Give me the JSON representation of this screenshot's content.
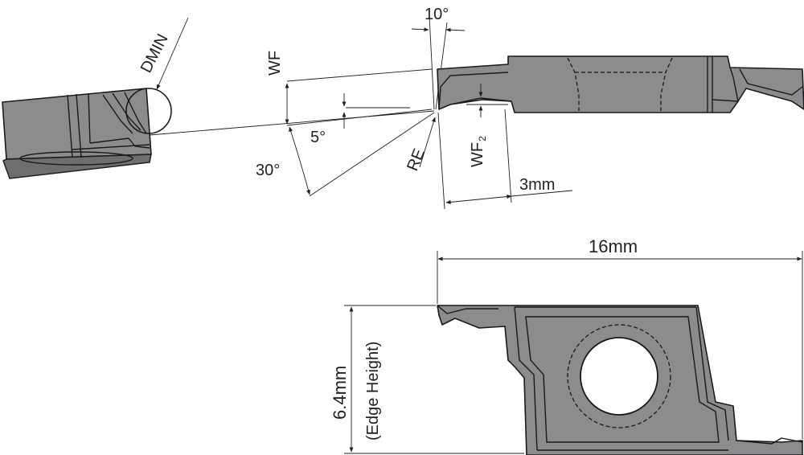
{
  "labels": {
    "dmin": "DMIN",
    "wf": "WF",
    "angle_10": "10°",
    "angle_5": "5°",
    "angle_30": "30°",
    "re": "RE",
    "wf2_main": "WF",
    "wf2_sub": "2",
    "dim_3mm": "3mm",
    "dim_16mm": "16mm",
    "dim_64mm": "6.4mm",
    "edge_height": "(Edge Height)"
  }
}
